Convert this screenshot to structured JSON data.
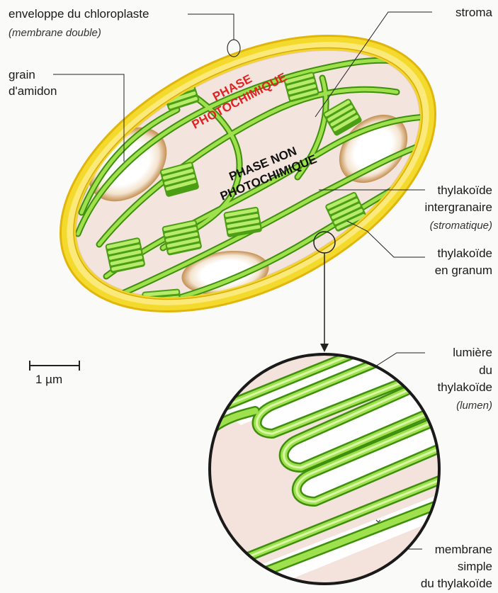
{
  "labels": {
    "envelope": "enveloppe du chloroplaste",
    "envelope_sub": "(membrane double)",
    "grain_1": "grain",
    "grain_2": "d'amidon",
    "stroma": "stroma",
    "inter_1": "thylakoïde",
    "inter_2": "intergranaire",
    "inter_3": "(stromatique)",
    "granum_1": "thylakoïde",
    "granum_2": "en granum",
    "lumen_1": "lumière",
    "lumen_2": "du",
    "lumen_3": "thylakoïde",
    "lumen_4": "(lumen)",
    "membrane_1": "membrane",
    "membrane_2": "simple",
    "membrane_3": "du thylakoïde"
  },
  "phases": {
    "photo_1": "PHASE",
    "photo_2": "PHOTOCHIMIQUE",
    "non_1": "PHASE NON",
    "non_2": "PHOTOCHIMIQUE"
  },
  "scale": {
    "text": "1 µm"
  },
  "colors": {
    "envelope_yellow": "#f2d21e",
    "stroma_pink": "#f3e4dd",
    "thylakoid_green": "#8ed63a",
    "starch_brown": "#c8955a",
    "phase_red": "#e02222"
  }
}
